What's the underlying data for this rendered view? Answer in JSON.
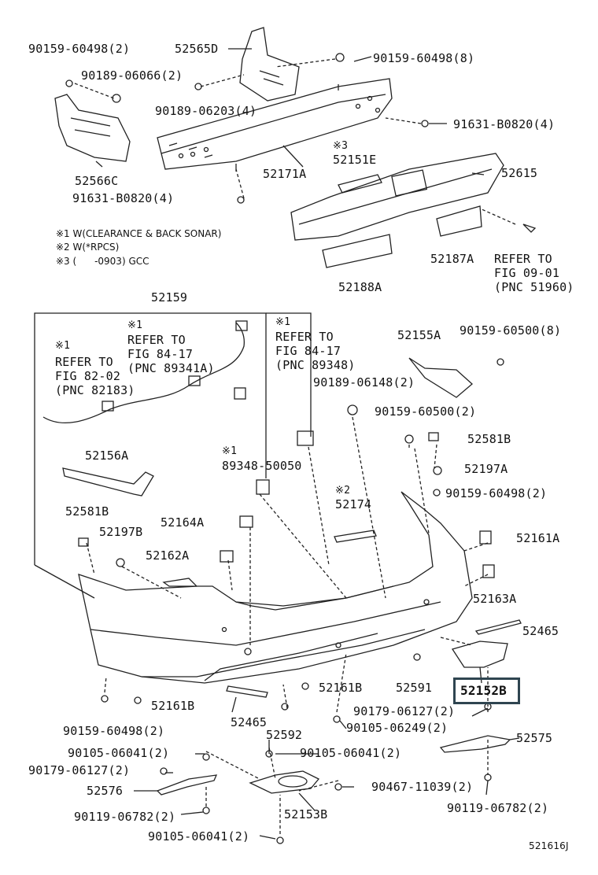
{
  "labels": {
    "p1": "90159-60498(2)",
    "p2": "52565D",
    "p3": "90159-60498(8)",
    "p4": "90189-06066(2)",
    "p5": "90189-06203(4)",
    "p6": "91631-B0820(4)",
    "p7": "52171A",
    "p8": "※3",
    "p9": "52151E",
    "p10": "52615",
    "p11": "52566C",
    "p12": "91631-B0820(4)",
    "p13": "52187A",
    "p14": "REFER TO",
    "p15": "FIG 09-01",
    "p16": "(PNC 51960)",
    "p17": "52188A",
    "p18": "52159",
    "p19": "※1",
    "p20": "REFER TO",
    "p21": "FIG 84-17",
    "p22": "(PNC 89341A)",
    "p23": "※1",
    "p24": "REFER TO",
    "p25": "FIG 84-17",
    "p26": "(PNC 89348)",
    "p27": "52155A",
    "p28": "90159-60500(8)",
    "p29": "※1",
    "p30": "REFER TO",
    "p31": "FIG 82-02",
    "p32": "(PNC 82183)",
    "p33": "90189-06148(2)",
    "p34": "90159-60500(2)",
    "p35": "52581B",
    "p36": "52156A",
    "p37": "※1",
    "p38": "89348-50050",
    "p39": "52197A",
    "p40": "90159-60498(2)",
    "p41": "※2",
    "p42": "52174",
    "p43": "52581B",
    "p44": "52164A",
    "p45": "52197B",
    "p46": "52161A",
    "p47": "52162A",
    "p48": "52163A",
    "p49": "52465",
    "p50": "52152B",
    "p51": "52161B",
    "p52": "52591",
    "p53": "52161B",
    "p54": "90159-60498(2)",
    "p55": "52465",
    "p56": "90179-06127(2)",
    "p57": "52592",
    "p58": "90105-06249(2)",
    "p59": "52575",
    "p60": "90105-06041(2)",
    "p61": "90105-06041(2)",
    "p62": "90179-06127(2)",
    "p63": "90467-11039(2)",
    "p64": "52576",
    "p65": "52153B",
    "p66": "90119-06782(2)",
    "p67": "90119-06782(2)",
    "p68": "90105-06041(2)",
    "p69": "521616J"
  },
  "notes": {
    "n1": "※1 W(CLEARANCE & BACK SONAR)",
    "n2": "※2 W(*RPCS)",
    "n3": "※3 (      -0903) GCC"
  },
  "colors": {
    "line": "#222222",
    "highlight": "#2f4550"
  }
}
